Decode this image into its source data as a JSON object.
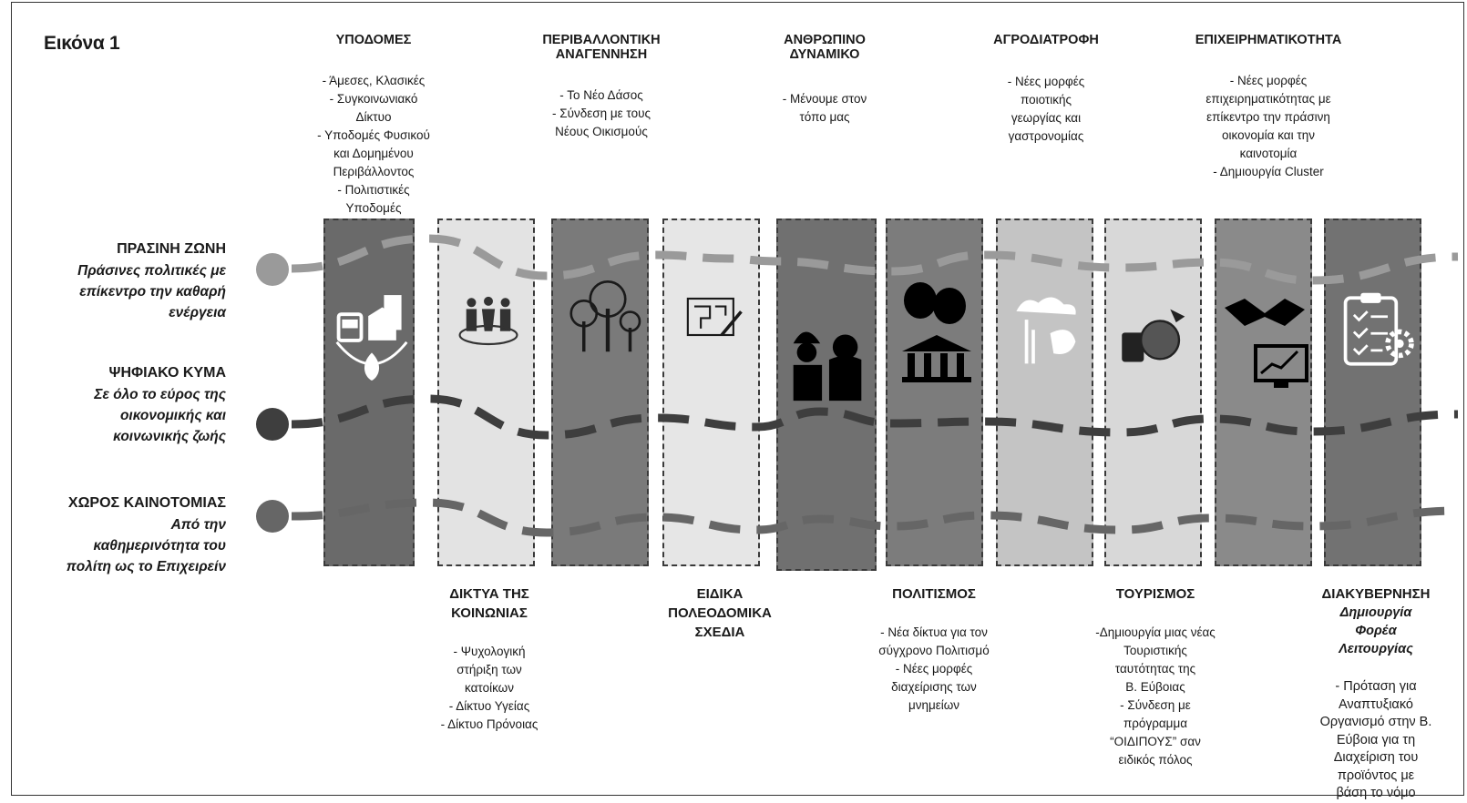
{
  "figure_label": "Εικόνα 1",
  "zones": [
    {
      "title": "ΠΡΑΣΙΝΗ ΖΩΝΗ",
      "subtitle_lines": [
        "Πράσινες πολιτικές με",
        "επίκεντρο την καθαρή",
        "ενέργεια"
      ],
      "color": "#9a9a9a"
    },
    {
      "title": "ΨΗΦΙΑΚΟ ΚΥΜΑ",
      "subtitle_lines": [
        "Σε όλο το εύρος της",
        "οικονομικής και",
        "κοινωνικής ζωής"
      ],
      "color": "#3e3e3e"
    },
    {
      "title": "ΧΩΡΟΣ ΚΑΙΝΟΤΟΜΙΑΣ",
      "subtitle_lines": [
        "Από την",
        "καθημερινότητα του",
        "πολίτη ως το Επιχειρείν"
      ],
      "color": "#666666"
    }
  ],
  "top_items": [
    {
      "title_lines": [
        "ΥΠΟΔΟΜΕΣ"
      ],
      "desc_lines": [
        "- Άμεσες, Κλασικές",
        "- Συγκοινωνιακό",
        "Δίκτυο",
        "- Υποδομές Φυσικού",
        "και Δομημένου",
        "Περιβάλλοντος",
        "- Πολιτιστικές",
        "Υποδομές"
      ]
    },
    {
      "title_lines": [
        "ΠΕΡΙΒΑΛΛΟΝΤΙΚΗ",
        "ΑΝΑΓΕΝΝΗΣΗ"
      ],
      "desc_lines": [
        "- Το Νέο Δάσος",
        "- Σύνδεση με τους",
        "Νέους Οικισμούς"
      ]
    },
    {
      "title_lines": [
        "ΑΝΘΡΩΠΙΝΟ",
        "ΔΥΝΑΜΙΚΟ"
      ],
      "desc_lines": [
        "- Μένουμε στον",
        "τόπο μας"
      ]
    },
    {
      "title_lines": [
        "ΑΓΡΟΔΙΑΤΡΟΦΗ"
      ],
      "desc_lines": [
        "- Νέες μορφές",
        "ποιοτικής",
        "γεωργίας και",
        "γαστρονομίας"
      ]
    },
    {
      "title_lines": [
        "ΕΠΙΧΕΙΡΗΜΑΤΙΚΟΤΗΤΑ"
      ],
      "desc_lines": [
        "- Νέες μορφές",
        "επιχειρηματικότητας με",
        "επίκεντρο την πράσινη",
        "οικονομία και την",
        "καινοτομία",
        "- Δημιουργία Cluster"
      ]
    }
  ],
  "bottom_items": [
    {
      "title_lines": [
        "ΔΙΚΤΥΑ ΤΗΣ",
        "ΚΟΙΝΩΝΙΑΣ"
      ],
      "italic_lines": [],
      "desc_lines": [
        "- Ψυχολογική",
        "στήριξη των",
        "κατοίκων",
        "- Δίκτυο Υγείας",
        "- Δίκτυο Πρόνοιας"
      ]
    },
    {
      "title_lines": [
        "ΕΙΔΙΚΑ",
        "ΠΟΛΕΟΔΟΜΙΚΑ",
        "ΣΧΕΔΙΑ"
      ],
      "italic_lines": [],
      "desc_lines": []
    },
    {
      "title_lines": [
        "ΠΟΛΙΤΙΣΜΟΣ"
      ],
      "italic_lines": [],
      "desc_lines": [
        "- Νέα δίκτυα για τον",
        "σύγχρονο Πολιτισμό",
        "- Νέες μορφές",
        "διαχείρισης των",
        "μνημείων"
      ]
    },
    {
      "title_lines": [
        "ΤΟΥΡΙΣΜΟΣ"
      ],
      "italic_lines": [],
      "desc_lines": [
        "-Δημιουργία μιας νέας",
        "Τουριστικής",
        "ταυτότητας της",
        "Β. Εύβοιας",
        "- Σύνδεση με",
        "πρόγραμμα",
        "“ΟΙΔΙΠΟΥΣ” σαν",
        "ειδικός πόλος"
      ]
    },
    {
      "title_lines": [
        "ΔΙΑΚΥΒΕΡΝΗΣΗ"
      ],
      "italic_lines": [
        "Δημιουργία",
        "Φορέα",
        "Λειτουργίας"
      ],
      "desc_lines": [
        "- Πρόταση για",
        "Αναπτυξιακό",
        "Οργανισμό στην Β.",
        "Εύβοια για τη",
        "Διαχείριση του",
        "προϊόντος με",
        "βάση το νόμο"
      ]
    }
  ],
  "columns": [
    {
      "name": "ΥΠΟΔΟΜΕΣ",
      "fill": "#6a6a6a",
      "icon": "infrastructure-icon"
    },
    {
      "name": "ΔΙΚΤΥΑ ΤΗΣ ΚΟΙΝΩΝΙΑΣ",
      "fill": "#e3e3e3",
      "icon": "community-icon"
    },
    {
      "name": "ΠΕΡΙΒΑΛΛΟΝΤΙΚΗ ΑΝΑΓΕΝΝΗΣΗ",
      "fill": "#7a7a7a",
      "icon": "forest-icon"
    },
    {
      "name": "ΕΙΔΙΚΑ ΠΟΛΕΟΔΟΜΙΚΑ ΣΧΕΔΙΑ",
      "fill": "#e6e6e6",
      "icon": "urban-plan-icon"
    },
    {
      "name": "ΑΝΘΡΩΠΙΝΟ ΔΥΝΑΜΙΚΟ",
      "fill": "#707070",
      "icon": "workers-icon"
    },
    {
      "name": "ΠΟΛΙΤΙΣΜΟΣ",
      "fill": "#7c7c7c",
      "icon": "culture-icon"
    },
    {
      "name": "ΑΓΡΟΔΙΑΤΡΟΦΗ",
      "fill": "#c4c4c4",
      "icon": "agrifood-icon"
    },
    {
      "name": "ΤΟΥΡΙΣΜΟΣ",
      "fill": "#d8d8d8",
      "icon": "tourism-icon"
    },
    {
      "name": "ΕΠΙΧΕΙΡΗΜΑΤΙΚΟΤΗΤΑ",
      "fill": "#8a8a8a",
      "icon": "business-icon"
    },
    {
      "name": "ΔΙΑΚΥΒΕΡΝΗΣΗ",
      "fill": "#727272",
      "icon": "governance-icon"
    }
  ]
}
